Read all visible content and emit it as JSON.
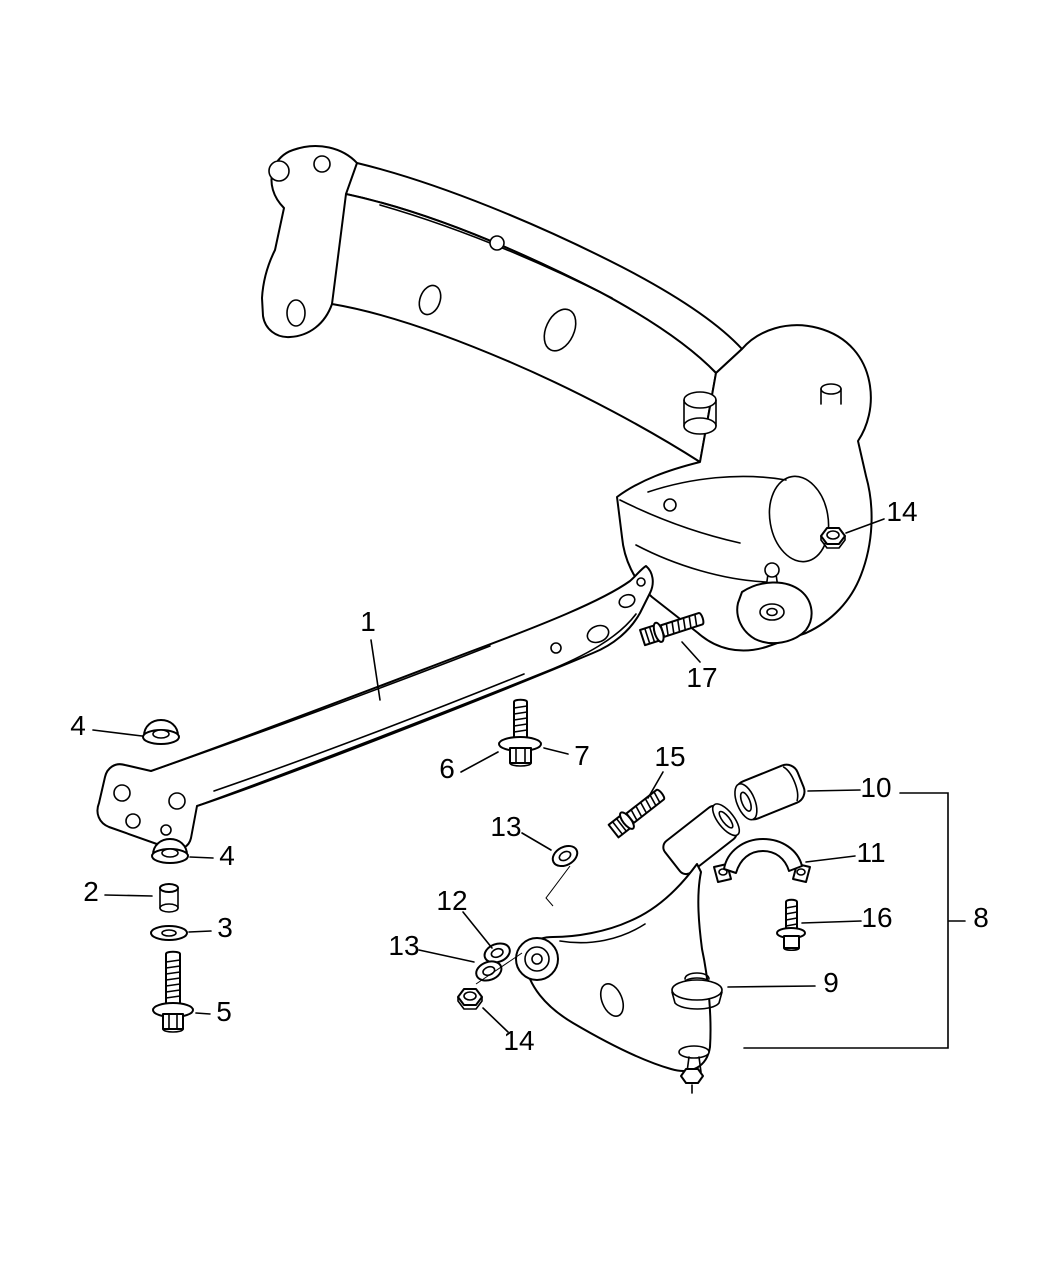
{
  "diagram": {
    "background_color": "#ffffff",
    "line_color": "#000000",
    "callouts": [
      {
        "label": "14"
      },
      {
        "label": "17"
      },
      {
        "label": "1"
      },
      {
        "label": "4"
      },
      {
        "label": "6"
      },
      {
        "label": "7"
      },
      {
        "label": "15"
      },
      {
        "label": "13"
      },
      {
        "label": "10"
      },
      {
        "label": "11"
      },
      {
        "label": "4"
      },
      {
        "label": "2"
      },
      {
        "label": "3"
      },
      {
        "label": "12"
      },
      {
        "label": "16"
      },
      {
        "label": "8"
      },
      {
        "label": "13"
      },
      {
        "label": "5"
      },
      {
        "label": "9"
      },
      {
        "label": "14"
      }
    ]
  }
}
